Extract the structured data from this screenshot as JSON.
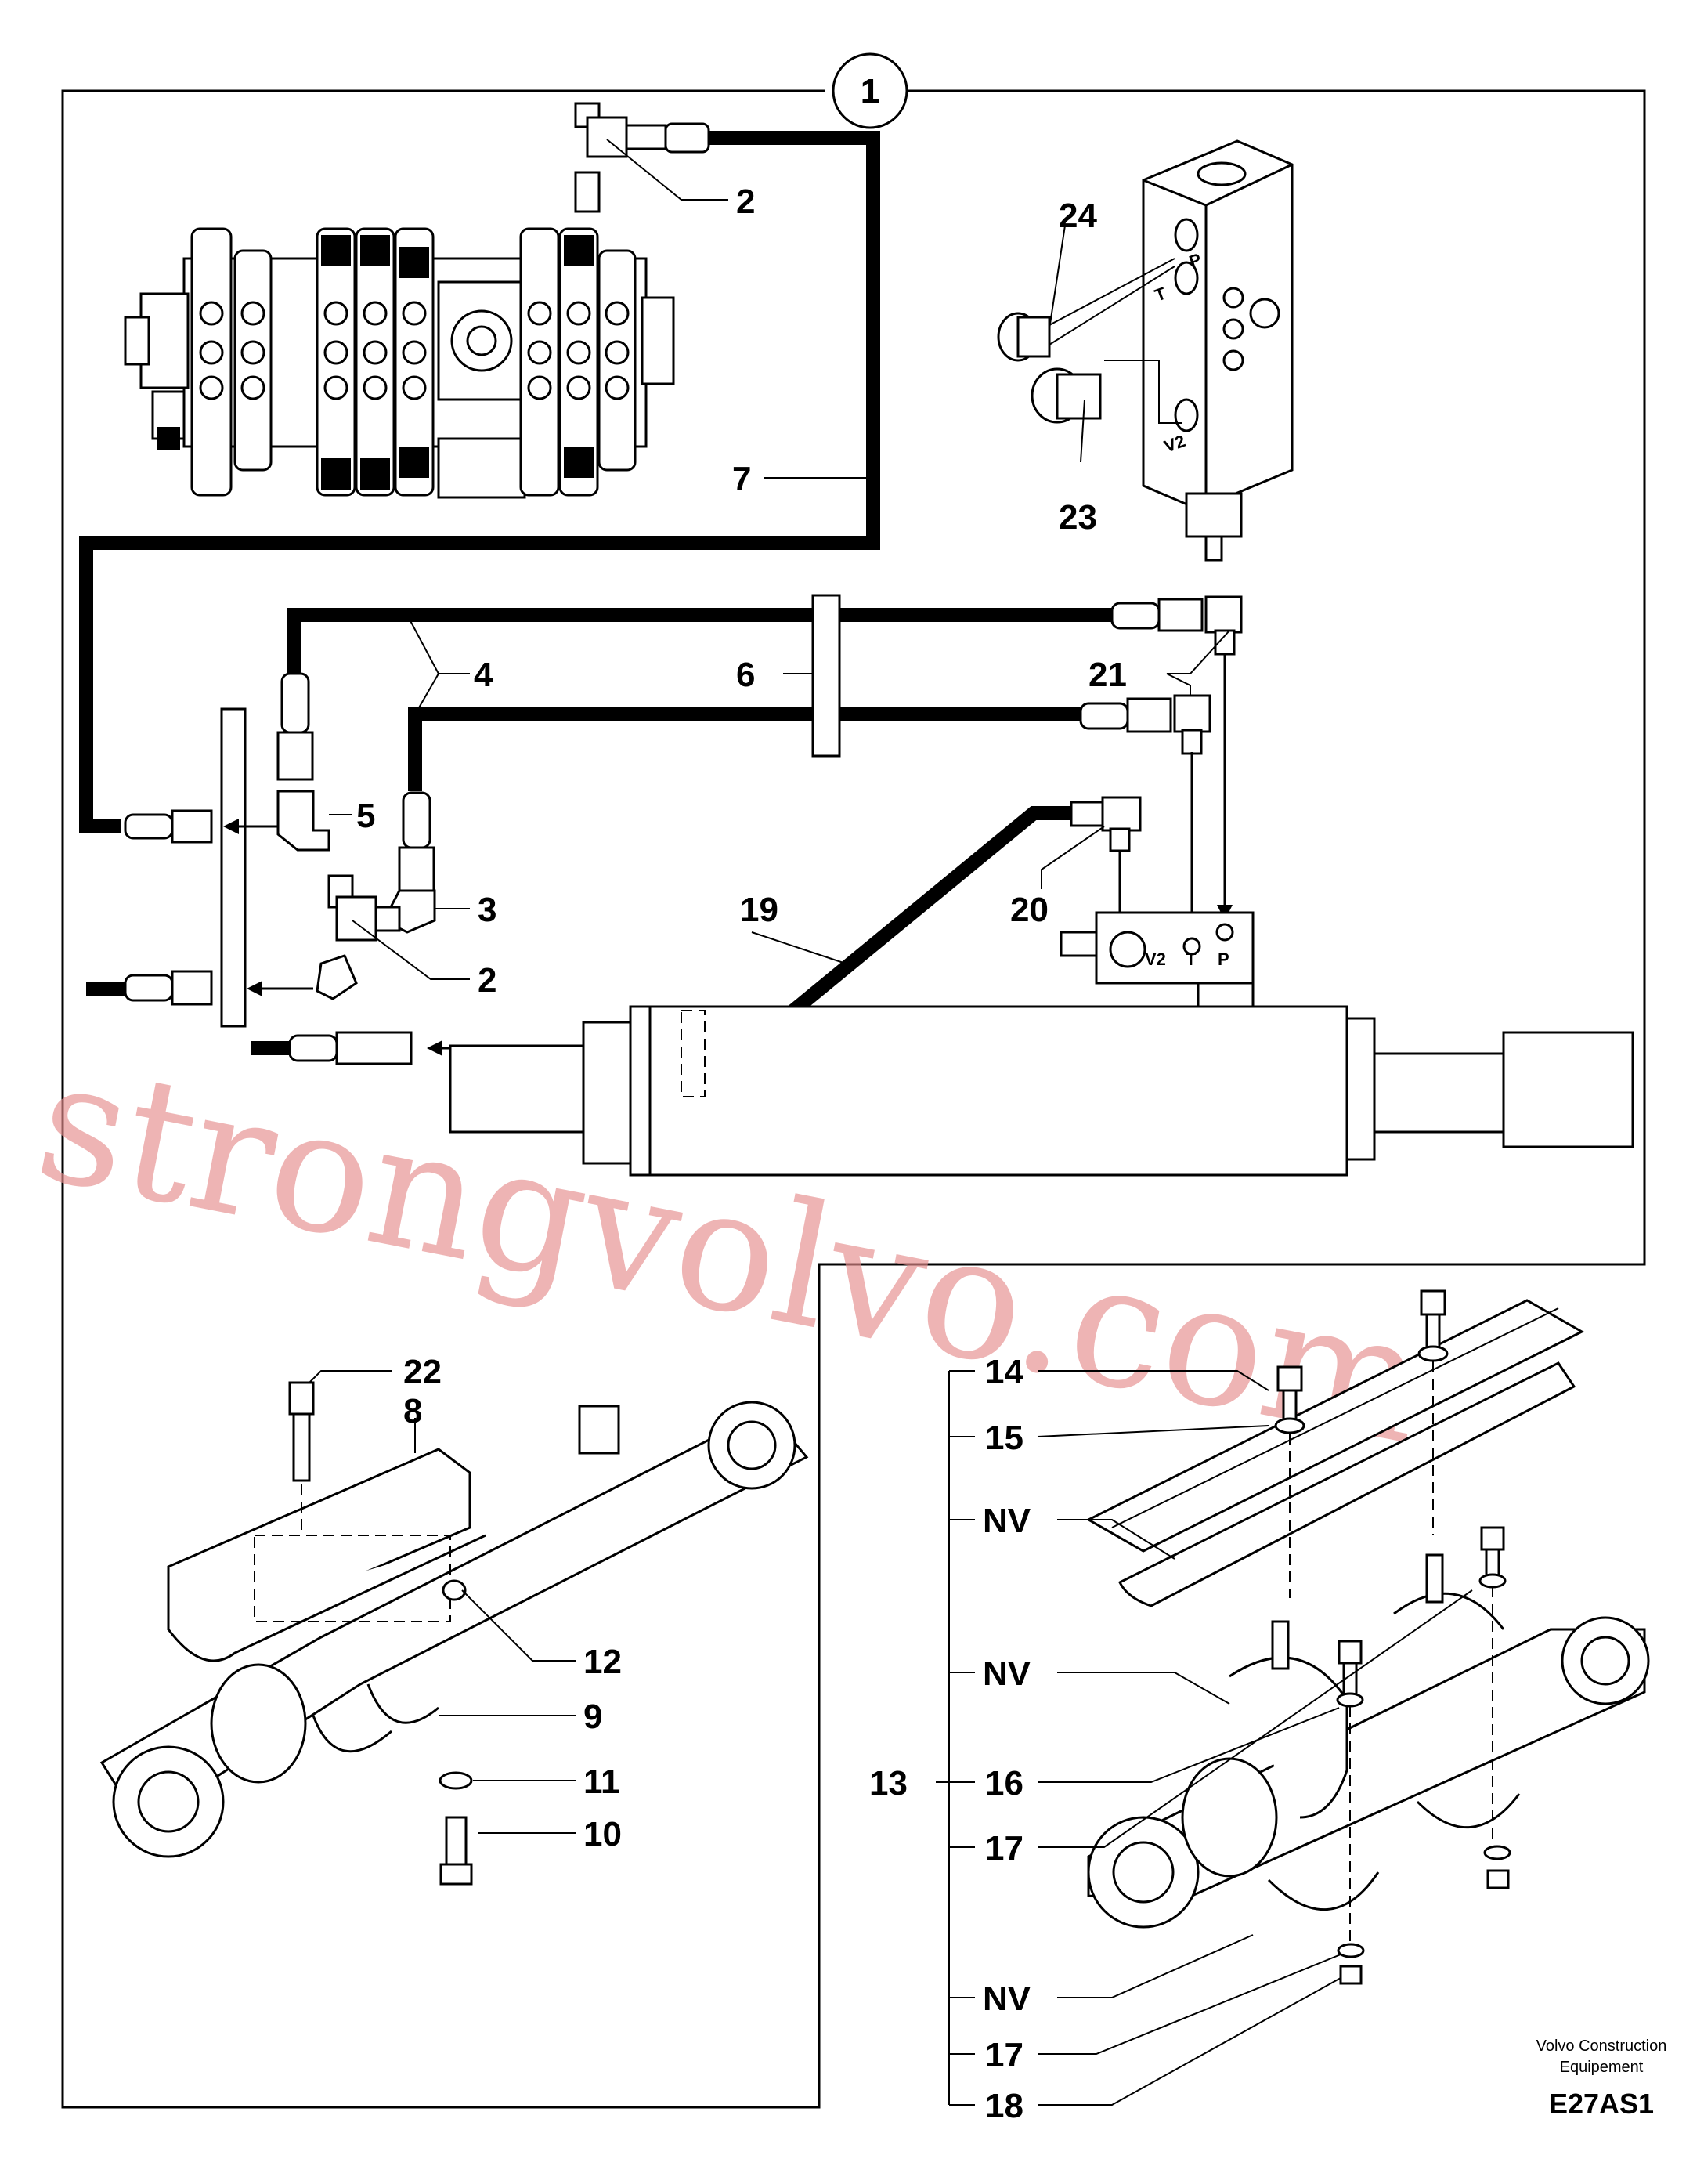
{
  "detail_number": "1",
  "callouts": {
    "c2_top": "2",
    "c24": "24",
    "c7": "7",
    "c23": "23",
    "c4": "4",
    "c6": "6",
    "c21": "21",
    "c5": "5",
    "c3": "3",
    "c20": "20",
    "c19": "19",
    "c2_mid": "2",
    "c22": "22",
    "c8": "8",
    "c12": "12",
    "c9": "9",
    "c11": "11",
    "c10": "10",
    "c14": "14",
    "c15": "15",
    "nv_1": "NV",
    "nv_2": "NV",
    "c13": "13",
    "c16": "16",
    "c17_a": "17",
    "nv_3": "NV",
    "c17_b": "17",
    "c18": "18"
  },
  "port_labels": {
    "valve_p": "P",
    "valve_t": "T",
    "valve_v2": "V2",
    "block_v2": "V2",
    "block_t": "T",
    "block_p": "P"
  },
  "footer": {
    "credit_line1": "Volvo Construction",
    "credit_line2": "Equipement",
    "code": "E27AS1"
  },
  "watermark": "strongvolvo.com",
  "colors": {
    "line": "#000000",
    "background": "#ffffff",
    "watermark": "#e58c8c"
  }
}
